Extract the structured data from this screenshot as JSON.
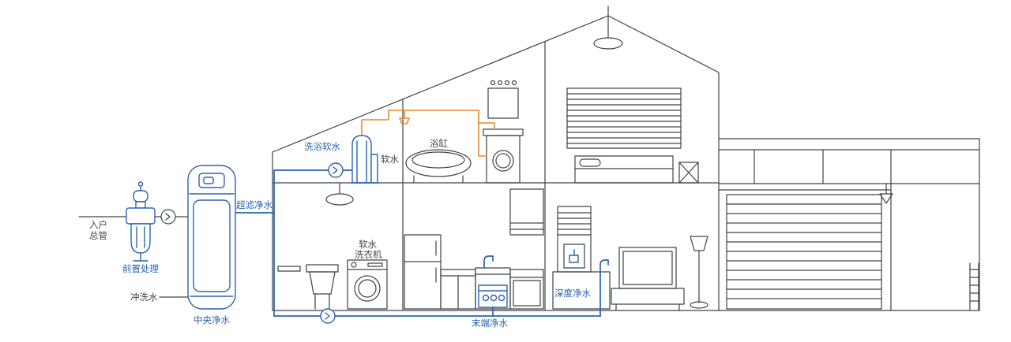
{
  "colors": {
    "outline": "#3d434b",
    "water_blue": "#2a63b2",
    "soft_water_orange": "#e88a2e",
    "background": "#ffffff"
  },
  "labels": {
    "inlet_line1": "入户",
    "inlet_line2": "总管",
    "pre_treatment": "前置处理",
    "central_purifier": "中央净水",
    "flush_water": "冲洗水",
    "ultrafiltration": "超滤净水",
    "bath_softening": "洗浴软水",
    "soft_water": "软水",
    "bathtub": "浴缸",
    "soft_washer_line1": "软水",
    "soft_washer_line2": "洗衣机",
    "terminal_purification": "末端净水",
    "deep_purification": "深度净水"
  },
  "icons": {
    "flow_arrow": "chevron-right-in-circle",
    "shower": "shower-head",
    "lamp": "pendant-lamp"
  }
}
